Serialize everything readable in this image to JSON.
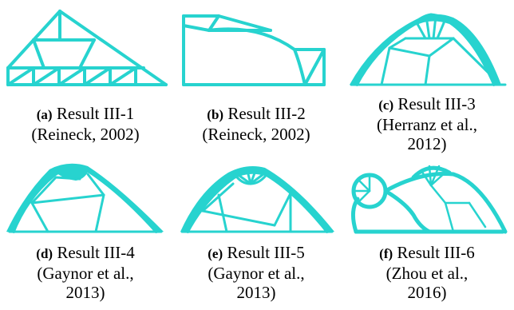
{
  "colors": {
    "structure": "#27d3cf",
    "text": "#000000",
    "background": "#ffffff"
  },
  "panels": [
    {
      "tag": "(a)",
      "title": "Result III-1",
      "line2": "(Reineck, 2002)",
      "line3": ""
    },
    {
      "tag": "(b)",
      "title": "Result III-2",
      "line2": "(Reineck, 2002)",
      "line3": ""
    },
    {
      "tag": "(c)",
      "title": "Result III-3",
      "line2": "(Herranz et al.,",
      "line3": "2012)"
    },
    {
      "tag": "(d)",
      "title": "Result III-4",
      "line2": "(Gaynor et al.,",
      "line3": "2013)"
    },
    {
      "tag": "(e)",
      "title": "Result III-5",
      "line2": "(Gaynor et al.,",
      "line3": "2013)"
    },
    {
      "tag": "(f)",
      "title": "Result III-6",
      "line2": "(Zhou et al.,",
      "line3": "2016)"
    }
  ]
}
